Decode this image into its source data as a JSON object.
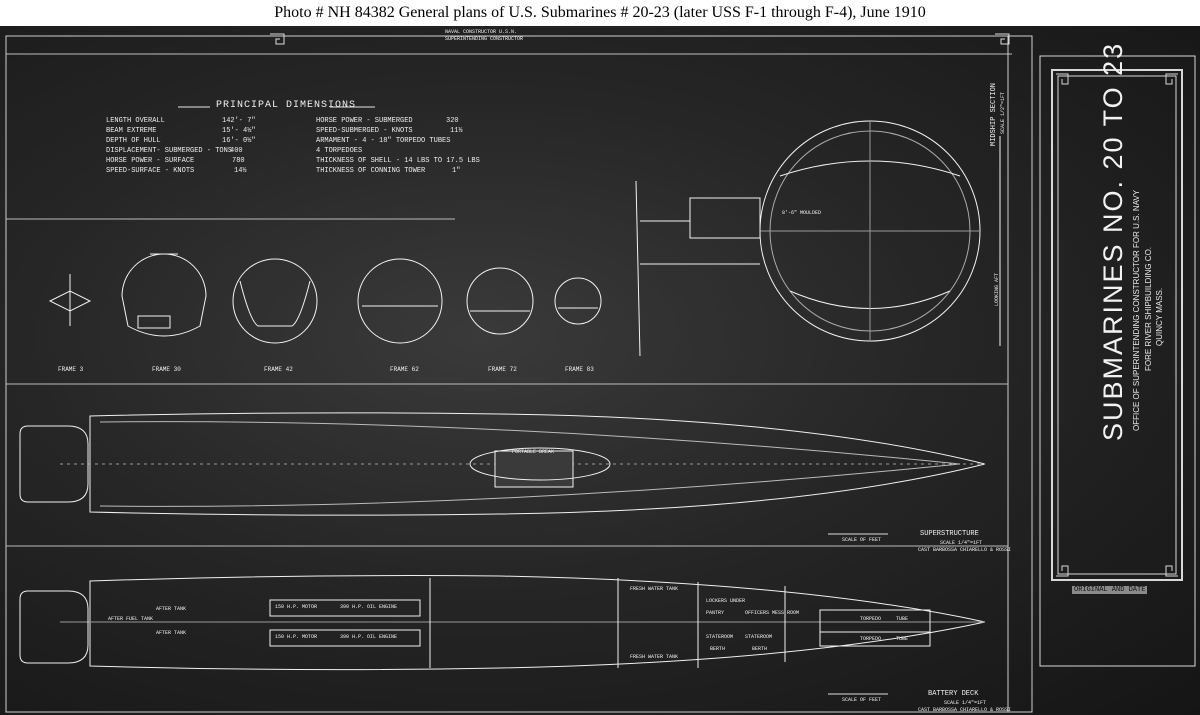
{
  "caption": "Photo #  NH 84382      General plans of U.S. Submarines # 20-23 (later USS F-1 through F-4), June 1910",
  "top_note": [
    "NAVAL CONSTRUCTOR  U.S.N.",
    "SUPERINTENDING CONSTRUCTOR"
  ],
  "principal_dimensions": {
    "title": "PRINCIPAL  DIMENSIONS",
    "left": [
      {
        "label": "LENGTH OVERALL",
        "value": "142'- 7\""
      },
      {
        "label": "BEAM EXTREME",
        "value": "15'- 4½\""
      },
      {
        "label": "DEPTH OF HULL",
        "value": "16'- 0½\""
      },
      {
        "label": "DISPLACEMENT- SUBMERGED - TONS",
        "value": "400"
      },
      {
        "label": "HORSE POWER - SURFACE",
        "value": "780"
      },
      {
        "label": "SPEED-SURFACE - KNOTS",
        "value": "14½"
      }
    ],
    "right": [
      {
        "label": "HORSE POWER - SUBMERGED",
        "value": "320"
      },
      {
        "label": "SPEED-SUBMERGED - KNOTS",
        "value": "11½"
      },
      {
        "label": "ARMAMENT - 4 - 18\" TORPEDO TUBES",
        "value": ""
      },
      {
        "label": "4  TORPEDOES",
        "value": ""
      },
      {
        "label": "THICKNESS OF SHELL - 14 LBS TO 17.5 LBS",
        "value": ""
      },
      {
        "label": "THICKNESS OF CONNING TOWER",
        "value": "1\""
      }
    ]
  },
  "frames": [
    "FRAME 3",
    "FRAME 30",
    "FRAME 42",
    "FRAME 62",
    "FRAME 72",
    "FRAME 83"
  ],
  "midship": {
    "title": "MIDSHIP  SECTION",
    "scale": "SCALE 1/2\"=1FT",
    "looking": "LOOKING AFT",
    "moulded": "8'-6\" MOULDED"
  },
  "superstructure": {
    "title": "SUPERSTRUCTURE",
    "scale": "SCALE 1/4\"=1FT",
    "builder": "CAST BARBOSSA CHIARELLO & ROSSI",
    "feet": "SCALE OF FEET",
    "portable": "PORTABLE BREAK"
  },
  "battery_deck": {
    "title": "BATTERY  DECK",
    "scale": "SCALE 1/4\"=1FT",
    "builder": "CAST BARBOSSA CHIARELLO & ROSSI",
    "feet": "SCALE OF FEET",
    "rooms": [
      "AFTER FUEL TANK",
      "AFTER TANK",
      "AFTER TANK",
      "150 H.P. MOTOR",
      "390 H.P. OIL ENGINE",
      "150 H.P. MOTOR",
      "390 H.P. OIL ENGINE",
      "FRESH WATER TANK",
      "LOCKERS UNDER",
      "FRESH WATER TANK",
      "PANTRY",
      "OFFICERS MESS ROOM",
      "STATEROOM",
      "STATEROOM",
      "BERTH",
      "BERTH",
      "TORPEDO",
      "TUBE",
      "TORPEDO",
      "TUBE"
    ]
  },
  "title_block": {
    "main": "SUBMARINES NO. 20 TO 23",
    "office": "OFFICE OF SUPERINTENDING CONSTRUCTOR FOR U.S. NAVY",
    "yard": "FORE RIVER SHIPBUILDING CO.",
    "place": "QUINCY MASS.",
    "stamp": "ORIGINAL AND DATE"
  }
}
